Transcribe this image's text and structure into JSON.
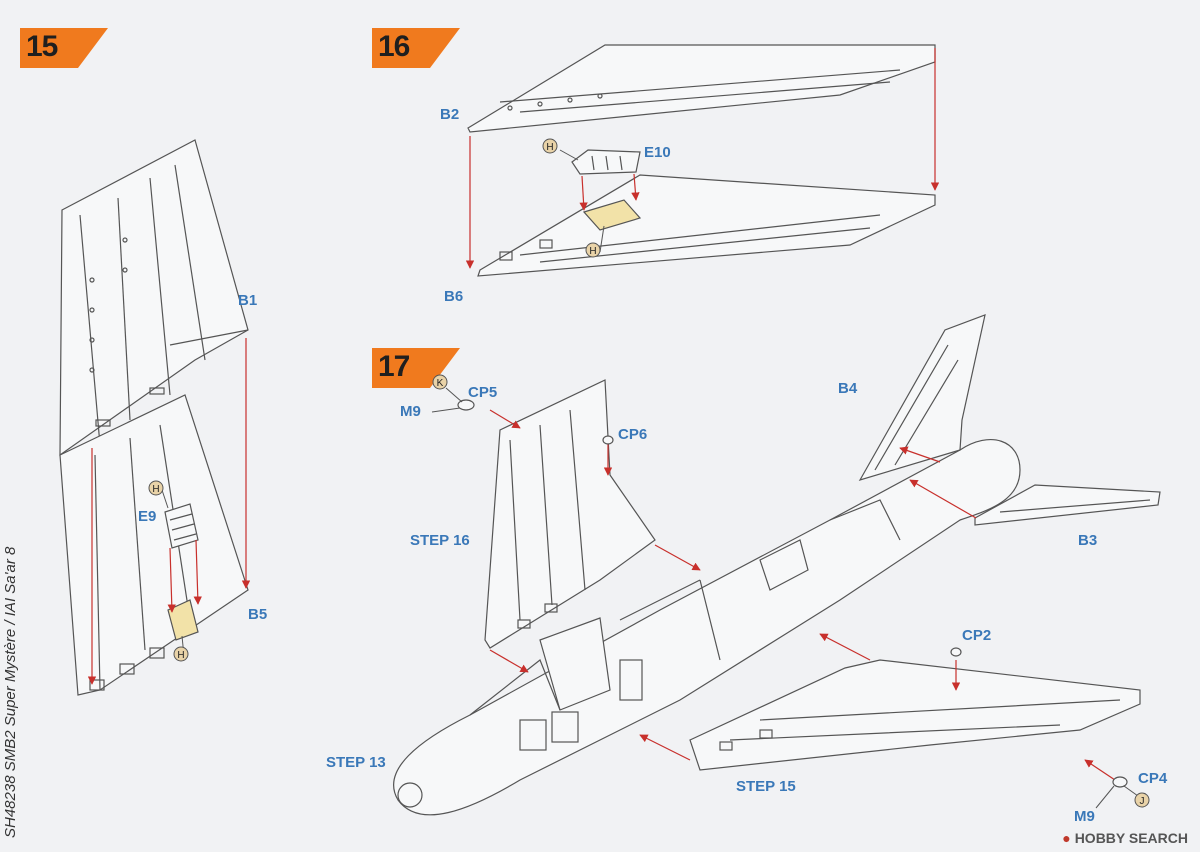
{
  "steps": [
    {
      "number": "15"
    },
    {
      "number": "16"
    },
    {
      "number": "17"
    }
  ],
  "callouts": {
    "b1": "B1",
    "b2": "B2",
    "b3": "B3",
    "b4": "B4",
    "b5": "B5",
    "b6": "B6",
    "e9": "E9",
    "e10": "E10",
    "m9_top": "M9",
    "m9_bottom": "M9",
    "cp2": "CP2",
    "cp4": "CP4",
    "cp5": "CP5",
    "cp6": "CP6",
    "step13": "STEP 13",
    "step15": "STEP 15",
    "step16": "STEP 16"
  },
  "markers": {
    "h1": "H",
    "h2": "H",
    "h3": "H",
    "h4": "H",
    "k": "K",
    "j": "J"
  },
  "side_text": "SH48238 SMB2 Super Mystère / IAI Sa'ar 8",
  "brand": {
    "icon": "hobby-search-logo-icon",
    "text": "HOBBY SEARCH"
  },
  "colors": {
    "step_badge": "#f07a1e",
    "callout_text": "#3a78b8",
    "arrow": "#c8302c",
    "line": "#555555",
    "part_fill": "#f2e2a8",
    "marker_fill": "#e9d3a8"
  }
}
